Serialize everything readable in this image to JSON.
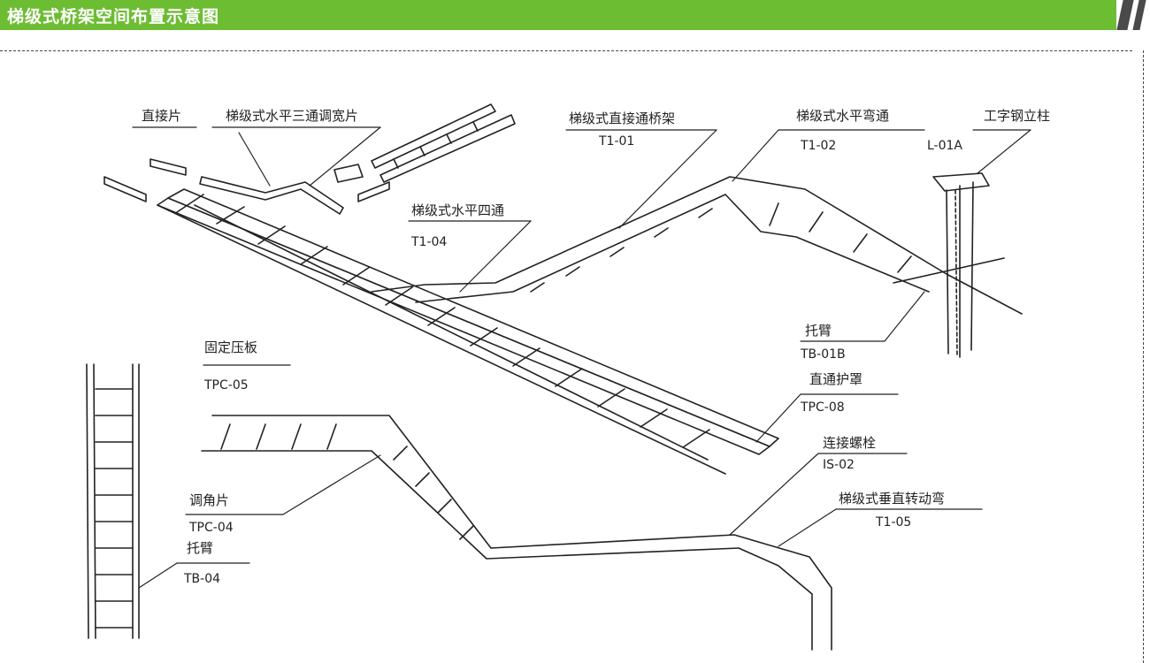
{
  "header": {
    "title": "梯级式桥架空间布置示意图",
    "accent_color": "#6dbd33",
    "stripe_color": "#4a4a4a"
  },
  "labels": {
    "straight_piece": "直接片",
    "tee_adjust": "梯级式水平三通调宽片",
    "straight_tray": "梯级式直接通桥架",
    "straight_tray_code": "T1-01",
    "horiz_bend": "梯级式水平弯通",
    "horiz_bend_code": "T1-02",
    "i_column": "工字钢立柱",
    "i_column_code": "L-01A",
    "four_way": "梯级式水平四通",
    "four_way_code": "T1-04",
    "bracket_arm": "托臂",
    "bracket_arm_code": "TB-01B",
    "fixing_plate": "固定压板",
    "fixing_plate_code": "TPC-05",
    "straight_cover": "直通护罩",
    "straight_cover_code": "TPC-08",
    "connect_bolt": "连接螺栓",
    "connect_bolt_code": "IS-02",
    "angle_piece": "调角片",
    "angle_piece_code": "TPC-04",
    "bracket_arm_2": "托臂",
    "bracket_arm_2_code": "TB-04",
    "vertical_bend": "梯级式垂直转动弯",
    "vertical_bend_code": "T1-05"
  }
}
